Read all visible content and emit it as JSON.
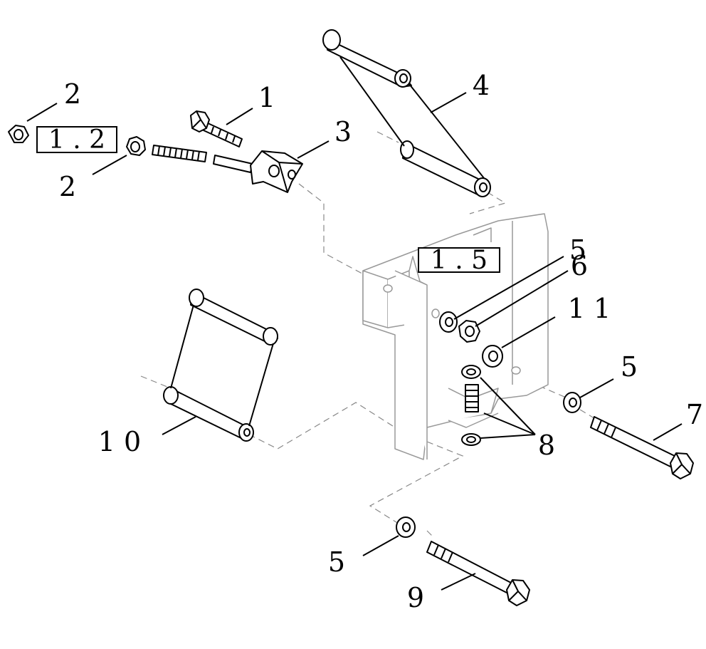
{
  "callouts": {
    "c1": "1",
    "c2_top": "2",
    "c2_bottom": "2",
    "c3": "3",
    "c4": "4",
    "c5_a": "5",
    "c6": "6",
    "c11": "1 1",
    "c5_b": "5",
    "c7": "7",
    "c8": "8",
    "c10": "1 0",
    "c5_c": "5",
    "c9": "9"
  },
  "references": {
    "ref_left": "1 . 2",
    "ref_center": "1 . 5"
  }
}
